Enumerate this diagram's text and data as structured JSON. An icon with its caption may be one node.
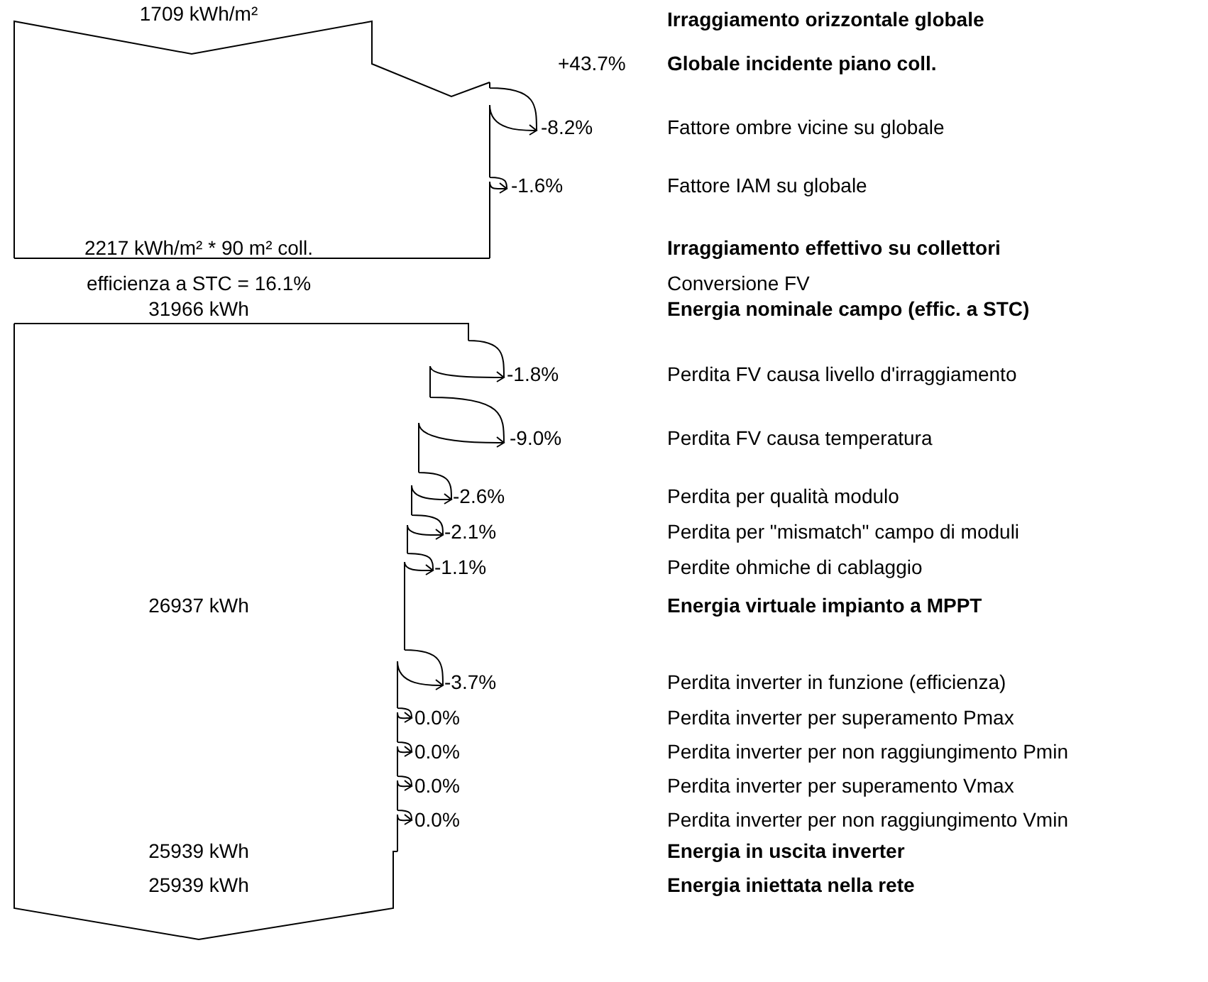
{
  "diagram": {
    "labels": [
      "1709 kWh/m²",
      "Irraggiamento orizzontale globale",
      "+43.7%",
      "Globale incidente piano coll.",
      "-8.2%",
      "Fattore ombre vicine su globale",
      "-1.6%",
      "Fattore IAM su globale",
      "2217 kWh/m² * 90 m² coll.",
      "Irraggiamento effettivo su collettori",
      "efficienza a STC = 16.1%",
      "Conversione FV",
      "31966 kWh",
      "Energia nominale campo (effic. a STC)",
      "-1.8%",
      "Perdita FV causa livello d'irraggiamento",
      "-9.0%",
      "Perdita FV causa temperatura",
      "-2.6%",
      "Perdita per qualità modulo",
      "-2.1%",
      "Perdita per \"mismatch\" campo di moduli",
      "-1.1%",
      "Perdite ohmiche di cablaggio",
      "26937 kWh",
      "Energia virtuale impianto a MPPT",
      "-3.7%",
      "Perdita inverter in funzione (efficienza)",
      "0.0%",
      "Perdita inverter per superamento Pmax",
      "0.0%",
      "Perdita inverter per non raggiungimento Pmin",
      "0.0%",
      "Perdita inverter per superamento Vmax",
      "0.0%",
      "Perdita inverter per non raggiungimento Vmin",
      "25939 kWh",
      "Energia in uscita inverter",
      "25939 kWh",
      "Energia iniettata nella rete"
    ]
  }
}
